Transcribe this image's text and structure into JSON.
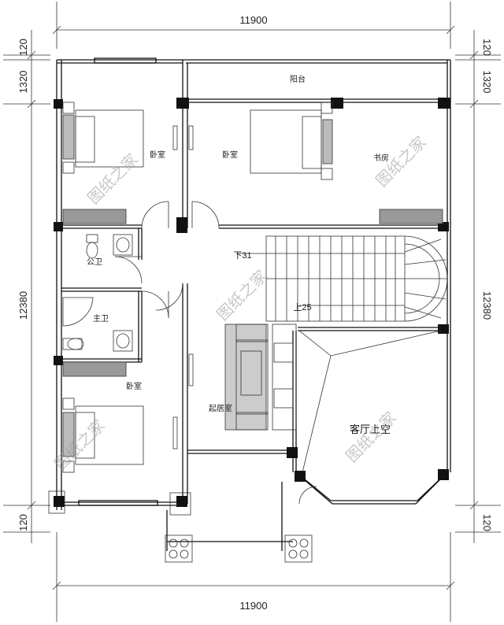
{
  "dimensions": {
    "top_total": "11900",
    "bottom_total": "11900",
    "left_top_offset": "120",
    "left_upper": "1320",
    "left_main": "12380",
    "left_bottom_offset": "120",
    "right_top_offset": "120",
    "right_upper": "1320",
    "right_main": "12380",
    "right_bottom_offset": "120"
  },
  "rooms": {
    "balcony": "阳台",
    "bedroom_nw": "卧室",
    "bedroom_center": "卧室",
    "study": "书房",
    "public_bath": "公卫",
    "master_bath": "主卫",
    "bedroom_sw": "卧室",
    "family_room": "起居室",
    "living_void": "客厅上空"
  },
  "stairs": {
    "down_label": "下31",
    "up_label": "上25"
  },
  "watermarks": [
    "图纸之家",
    "图纸之家",
    "图纸之家",
    "图纸之家",
    "图纸之家"
  ]
}
